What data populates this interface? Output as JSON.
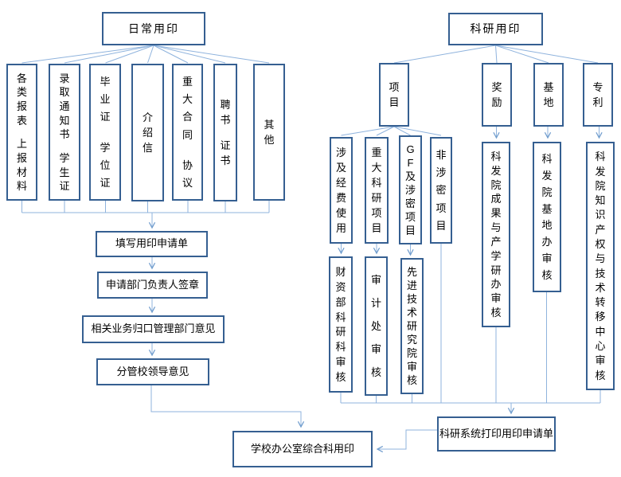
{
  "colors": {
    "box_border": "#355f91",
    "line": "#8fb3dd",
    "arrow": "#6f9ccd",
    "text": "#000000",
    "background": "#ffffff"
  },
  "daily": {
    "title": "日常用印",
    "categories": [
      "各类报表 上报材料",
      "录取通知书 学生证",
      "毕业证 学位证",
      "介绍信",
      "重大合同 协议",
      "聘书 证书",
      "其他"
    ],
    "steps": [
      "填写用印申请单",
      "申请部门负责人签章",
      "相关业务归口管理部门意见",
      "分管校领导意见"
    ]
  },
  "research": {
    "title": "科研用印",
    "categories": [
      "项目",
      "奖励",
      "基地",
      "专利"
    ],
    "project_subtypes": [
      "涉及经费使用",
      "重大科研项目",
      "GF及涉密项目",
      "非涉密项目"
    ],
    "project_reviews": [
      "财资部科研科审核",
      "审计处审核",
      "先进技术研究院审核"
    ],
    "award_review": "科发院成果与产学研办审核",
    "base_review": "科发院基地办审核",
    "patent_review": "科发院知识产权与技术转移中心审核",
    "print_step": "科研系统打印用印申请单"
  },
  "final_step": "学校办公室综合科用印"
}
